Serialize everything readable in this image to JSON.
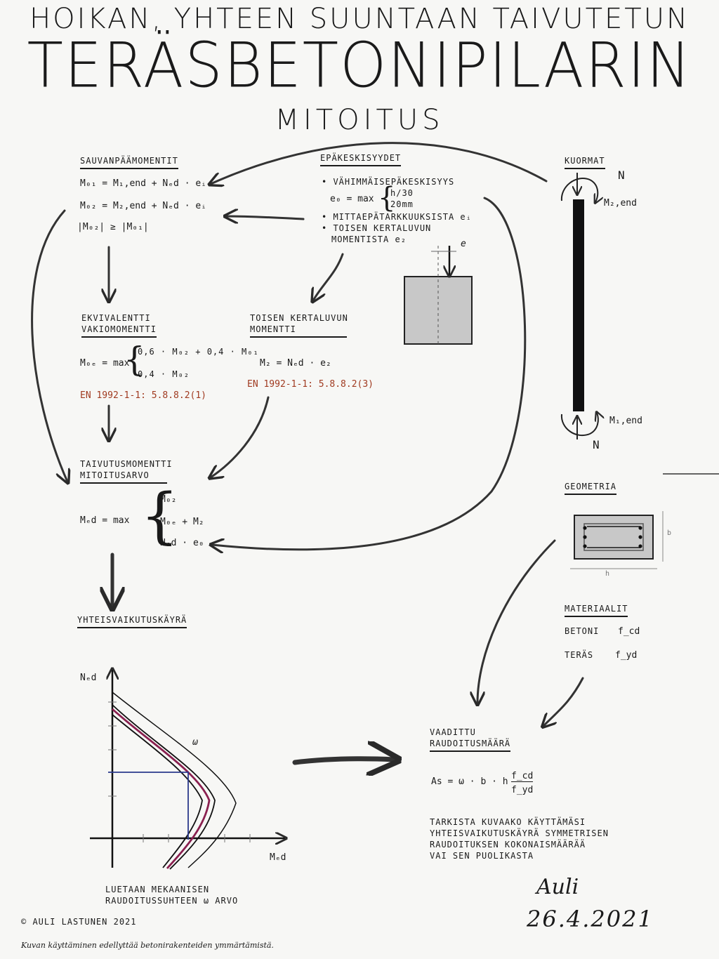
{
  "title": {
    "line1": "HOIKAN, YHTEEN SUUNTAAN TAIVUTETUN",
    "line2": "TERÄSBETONIPILARIN",
    "line3": "MITOITUS"
  },
  "end_moments": {
    "header": "SAUVANPÄÄMOMENTIT",
    "eq1": "M₀₁ = M₁,end + Nₑd · eᵢ",
    "eq2": "M₀₂ = M₂,end + Nₑd · eᵢ",
    "eq3": "|M₀₂| ≥ |M₀₁|"
  },
  "eccentricities": {
    "header": "EPÄKESKISYYDET",
    "b1": "• VÄHIMMÄISEPÄKESKISYYS",
    "e0": "e₀ = max",
    "opt1": "h/30",
    "opt2": "20mm",
    "b2": "• MITTAEPÄTARKKUUKSISTA  eᵢ",
    "b3": "• TOISEN KERTALUVUN",
    "b3b": "MOMENTISTA  e₂",
    "e_label": "e"
  },
  "loads": {
    "header": "KUORMAT",
    "n_top": "N",
    "n_bottom": "N",
    "m_top": "M₂,end",
    "m_bottom": "M₁,end"
  },
  "equivalent_moment": {
    "header1": "EKVIVALENTTI",
    "header2": "VAKIOMOMENTTI",
    "lhs": "M₀ₑ = max",
    "opt1": "0,6 · M₀₂ + 0,4 · M₀₁",
    "opt2": "0,4 · M₀₂",
    "ref": "EN 1992-1-1: 5.8.8.2(1)"
  },
  "second_order": {
    "header1": "TOISEN KERTALUVUN",
    "header2": "MOMENTTI",
    "eq": "M₂ = Nₑd · e₂",
    "ref": "EN 1992-1-1: 5.8.8.2(3)"
  },
  "design_moment": {
    "header1": "TAIVUTUSMOMENTTI",
    "header2": "MITOITUSARVO",
    "lhs": "Mₑd  = max",
    "opt1": "M₀₂",
    "opt2": "M₀ₑ + M₂",
    "opt3": "Nₑd · e₀"
  },
  "geometry": {
    "header": "GEOMETRIA",
    "b": "b",
    "h": "h"
  },
  "materials": {
    "header": "MATERIAALIT",
    "concrete": "BETONI",
    "concrete_sym": "f_cd",
    "steel": "TERÄS",
    "steel_sym": "f_yd"
  },
  "interaction": {
    "header": "YHTEISVAIKUTUSKÄYRÄ",
    "y_axis": "Nₑd",
    "x_axis": "Mₑd",
    "omega": "ω",
    "note1": "LUETAAN MEKAANISEN",
    "note2": "RAUDOITUSSUHTEEN ω ARVO"
  },
  "required_reinf": {
    "header1": "VAADITTU",
    "header2": "RAUDOITUSMÄÄRÄ",
    "eq": "As = ω · b · h",
    "num": "f_cd",
    "den": "f_yd",
    "note1": "TARKISTA KUVAAKO KÄYTTÄMÄSI",
    "note2": "YHTEISVAIKUTUSKÄYRÄ SYMMETRISEN",
    "note3": "RAUDOITUKSEN KOKONAISMÄÄRÄÄ",
    "note4": "VAI SEN PUOLIKASTA"
  },
  "footer": {
    "copyright": "©  AULI LASTUNEN  2021",
    "disclaimer": "Kuvan käyttäminen edellyttää betonirakenteiden ymmärtämistä.",
    "signature": "Auli",
    "date": "26.4.2021"
  },
  "colors": {
    "ink": "#1a1a1a",
    "reference": "#a03a20",
    "curve_highlight": "#8a2050",
    "reading_line": "#2b3a8c",
    "section_fill": "#c8c8c8"
  }
}
